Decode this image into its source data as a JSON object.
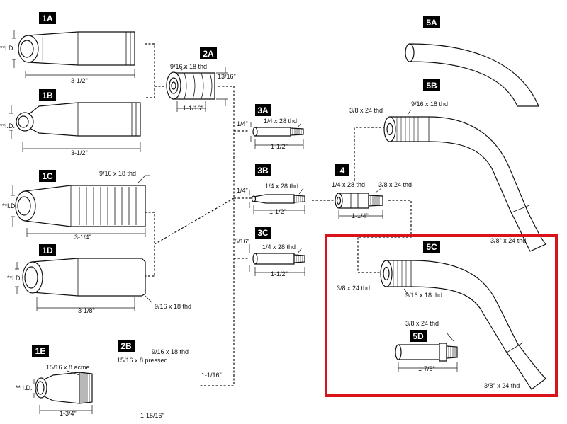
{
  "colors": {
    "highlight": "#d9131a",
    "tag_bg": "#000000",
    "line": "#111111"
  },
  "tags": {
    "t1A": "1A",
    "t1B": "1B",
    "t1C": "1C",
    "t1D": "1D",
    "t1E": "1E",
    "t2A": "2A",
    "t2B": "2B",
    "t3A": "3A",
    "t3B": "3B",
    "t3C": "3C",
    "t4": "4",
    "t5A": "5A",
    "t5B": "5B",
    "t5C": "5C",
    "t5D": "5D"
  },
  "labels": {
    "id": "**I.D.",
    "id_spaced": "** I.D.",
    "len_3_1_2": "3-1/2\"",
    "len_3_1_4": "3-1/4\"",
    "len_3_1_8": "3-1/8\"",
    "len_1_3_4": "1-3/4\"",
    "len_1_15_16": "1-15/16\"",
    "len_1_1_16_quote": "1-1/16\"",
    "len_1_1_16": "1-1/16\"",
    "len_13_16": "13/16\"",
    "len_1_1_2": "1-1/2\"",
    "len_1_1_4": "1-1/4\"",
    "len_1_7_8": "1-7/8\"",
    "dia_1_4": "1/4\"",
    "dia_5_16": "5/16\"",
    "thd_9_16": "9/16 x 18 thd",
    "thd_1_4": "1/4 x 28 thd",
    "thd_3_8": "3/8 x 24 thd",
    "thd_3_8_quote": "3/8\" x 24  thd",
    "thd_15_16_acme": "15/16 x 8 acme",
    "thd_15_16_pressed": "15/16 x 8 pressed"
  }
}
